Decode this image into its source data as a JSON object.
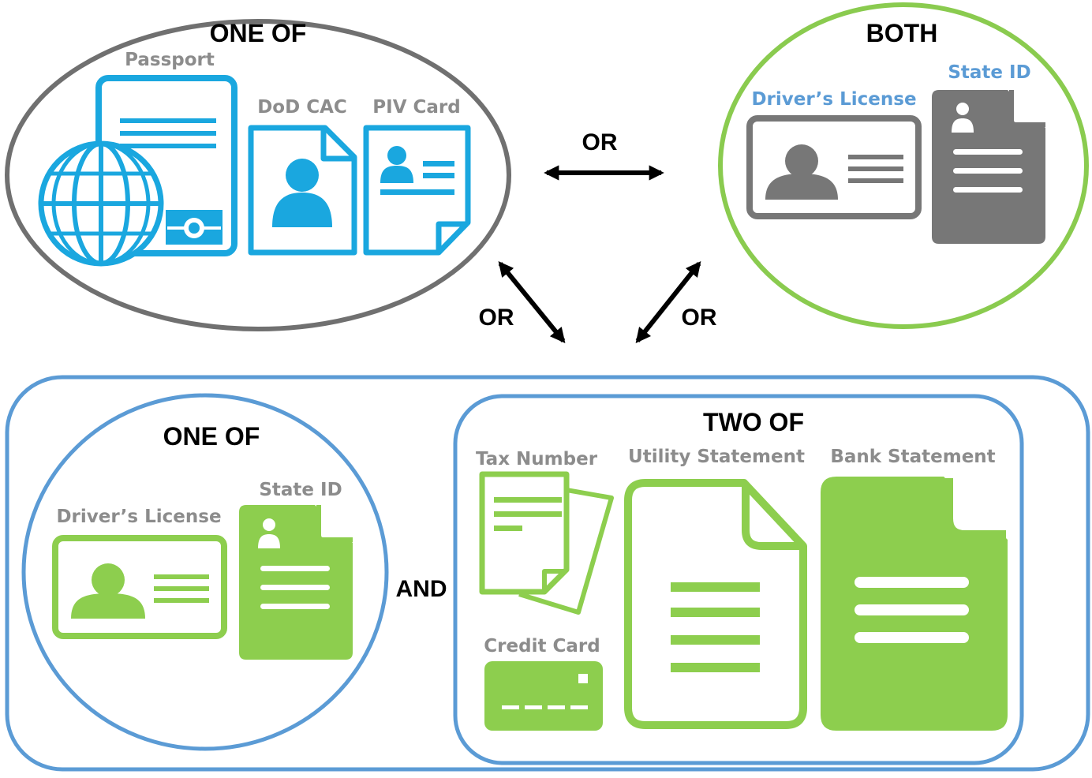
{
  "colors": {
    "blue_icon": "#1AA7DF",
    "gray_icon": "#777777",
    "green_icon": "#8DCE4E",
    "oval_gray": "#707070",
    "oval_green": "#8ACB4F",
    "frame_blue": "#5B9BD5",
    "label_gray": "#8C8C8C",
    "label_blue": "#5B9BD5",
    "arrow": "#000000"
  },
  "top_left": {
    "heading": "ONE OF",
    "passport": "Passport",
    "dod_cac": "DoD CAC",
    "piv_card": "PIV Card"
  },
  "top_right": {
    "heading": "BOTH",
    "drivers_license": "Driver’s License",
    "state_id": "State ID"
  },
  "connectors": {
    "or_top": "OR",
    "or_left": "OR",
    "or_right": "OR",
    "and": "AND"
  },
  "bottom_left": {
    "heading": "ONE OF",
    "drivers_license": "Driver’s License",
    "state_id": "State ID"
  },
  "bottom_right": {
    "heading": "TWO OF",
    "tax_number": "Tax Number",
    "utility_statement": "Utility Statement",
    "bank_statement": "Bank Statement",
    "credit_card": "Credit Card"
  }
}
